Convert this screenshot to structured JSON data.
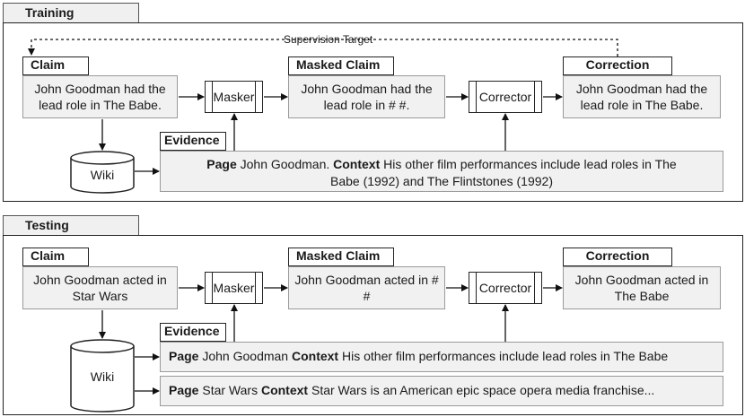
{
  "training": {
    "tab": "Training",
    "supervision": "Supervision Target",
    "claim_label": "Claim",
    "claim_text": "John Goodman had the lead role in The Babe.",
    "masker": "Masker",
    "masked_label": "Masked Claim",
    "masked_text": "John Goodman had the lead role in # #.",
    "corrector": "Corrector",
    "correction_label": "Correction",
    "correction_text": "John Goodman had the lead role in The Babe.",
    "evidence_label": "Evidence",
    "wiki": "Wiki",
    "evidence": {
      "page_kw": "Page",
      "page_val": " John Goodman. ",
      "context_kw": "Context",
      "context_val": " His other film performances include lead roles in The Babe (1992) and The Flintstones (1992)"
    }
  },
  "testing": {
    "tab": "Testing",
    "claim_label": "Claim",
    "claim_text": "John Goodman acted in Star Wars",
    "masker": "Masker",
    "masked_label": "Masked Claim",
    "masked_text": "John Goodman acted in # #",
    "corrector": "Corrector",
    "correction_label": "Correction",
    "correction_text": "John Goodman acted in The Babe",
    "evidence_label": "Evidence",
    "wiki": "Wiki",
    "evidence1": {
      "page_kw": "Page",
      "page_val": " John Goodman ",
      "context_kw": "Context",
      "context_val": " His other film performances include lead roles in The Babe"
    },
    "evidence2": {
      "page_kw": "Page",
      "page_val": " Star Wars ",
      "context_kw": "Context",
      "context_val": " Star Wars is an American epic space opera media franchise..."
    }
  }
}
